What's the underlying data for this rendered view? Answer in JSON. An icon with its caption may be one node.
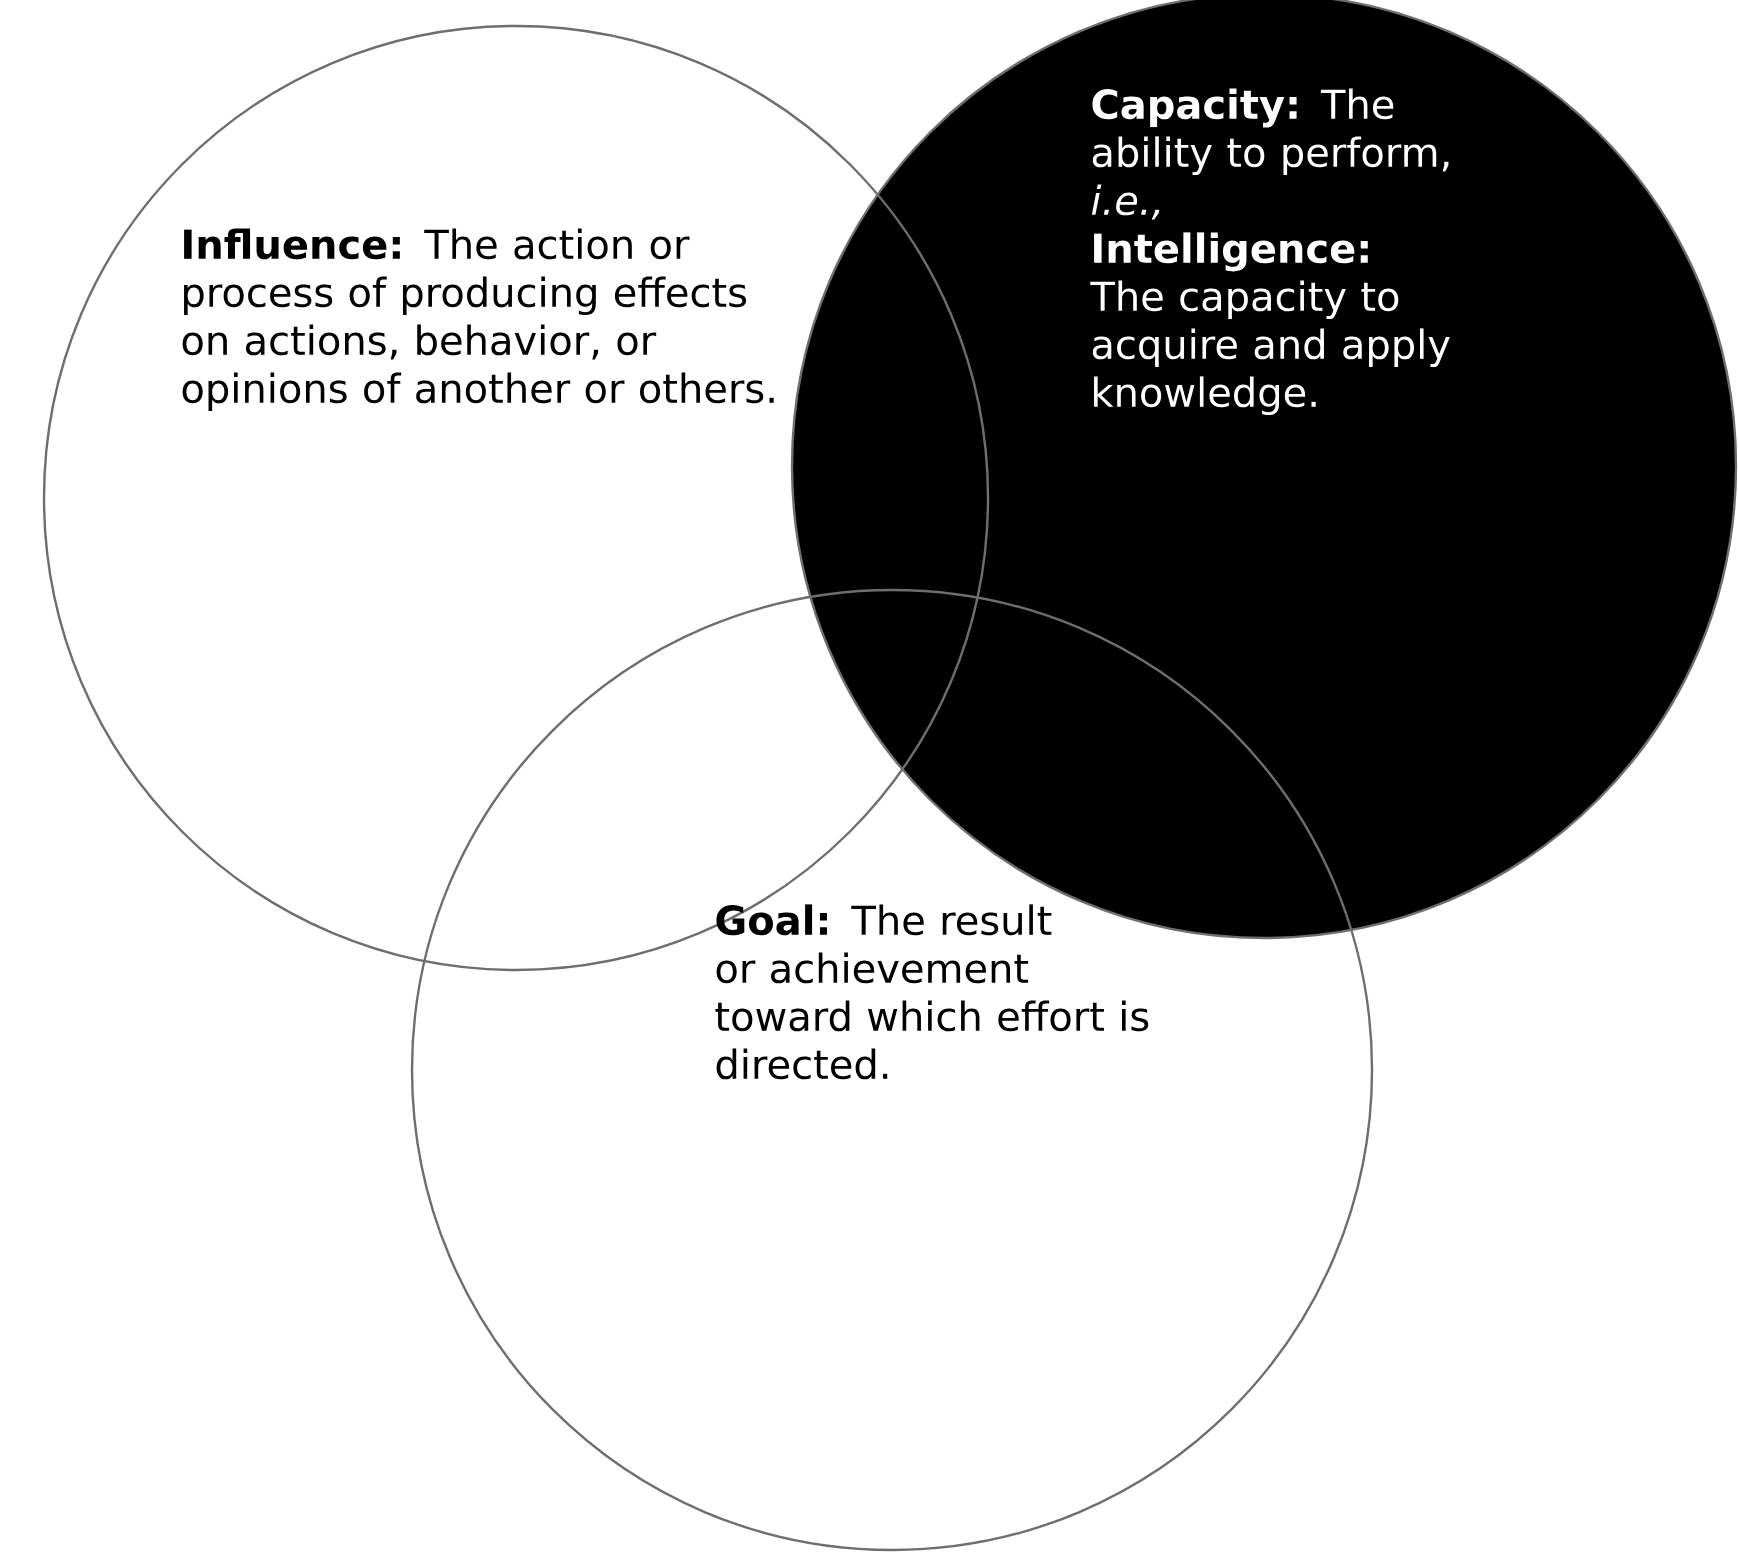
{
  "diagram": {
    "nodes": [
      {
        "text": [
          "**Influence:** The action or process of producing effects on actions, behavior, or opinions of another or others."
        ]
      },
      {
        "text": [
          "**Capacity:** The ability to perform, *i.e.,*",
          "**Intelligence:** The capacity to acquire and apply knowledge."
        ]
      },
      {
        "text": [
          "**Goal:** The result or achievement toward which effort is directed."
        ]
      }
    ]
  }
}
